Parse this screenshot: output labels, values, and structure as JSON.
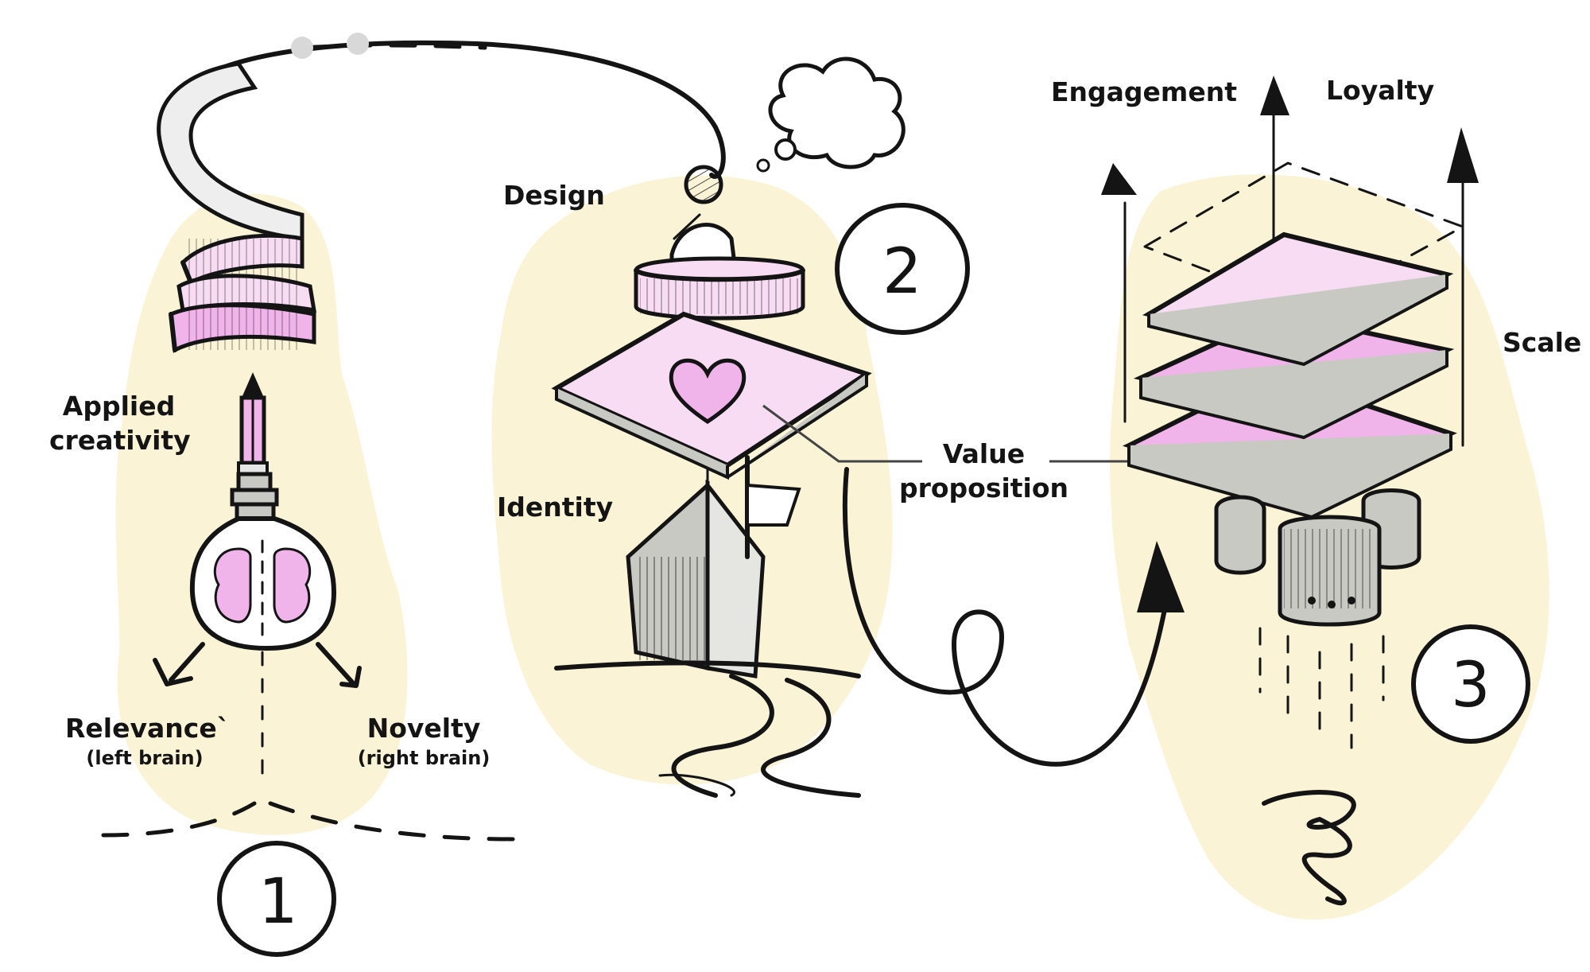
{
  "stages": [
    {
      "number": "1",
      "labels": {
        "applied_line1": "Applied",
        "applied_line2": "creativity",
        "relevance": "Relevance`",
        "relevance_sub": "(left brain)",
        "novelty": "Novelty",
        "novelty_sub": "(right brain)"
      }
    },
    {
      "number": "2",
      "labels": {
        "design": "Design",
        "identity": "Identity",
        "value_line1": "Value",
        "value_line2": "proposition"
      }
    },
    {
      "number": "3",
      "labels": {
        "engagement": "Engagement",
        "loyalty": "Loyalty",
        "scale": "Scale"
      }
    }
  ],
  "colors": {
    "ink": "#141414",
    "cream": "#fbf3d6",
    "pink": "#f0b4ea",
    "pink_light": "#f7dcf3",
    "gray": "#c9c9c4"
  },
  "icons": [
    "ribbon-icon",
    "pencil-icon",
    "lightbulb-brain-icon",
    "thought-cloud-icon",
    "person-icon",
    "heart-icon",
    "building-icon",
    "flag-icon",
    "road-icon",
    "loop-arrow-icon",
    "stacked-layers-icon",
    "rocket-thrusters-icon",
    "arrow-up-icon"
  ]
}
